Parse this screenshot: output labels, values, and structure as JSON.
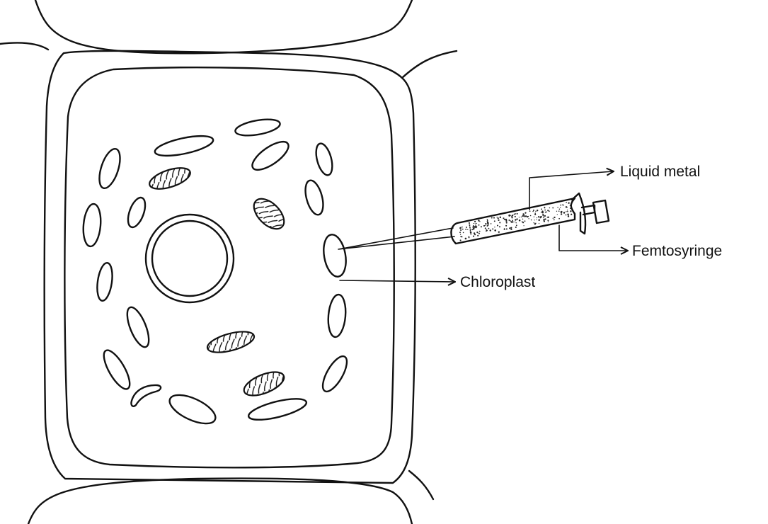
{
  "labels": {
    "liquid_metal": "Liquid metal",
    "femtosyringe": "Femtosyringe",
    "chloroplast": "Chloroplast"
  },
  "colors": {
    "line": "#111111",
    "background": "#ffffff"
  }
}
